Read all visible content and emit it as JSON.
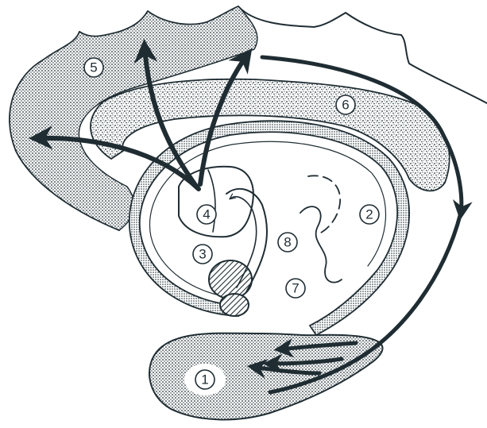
{
  "diagram": {
    "colors": {
      "ink": "#1f2d33",
      "paper": "#ffffff"
    },
    "labels": {
      "l1": "1",
      "l2": "2",
      "l3": "3",
      "l4": "4",
      "l5": "5",
      "l6": "6",
      "l7": "7",
      "l8": "8"
    }
  }
}
